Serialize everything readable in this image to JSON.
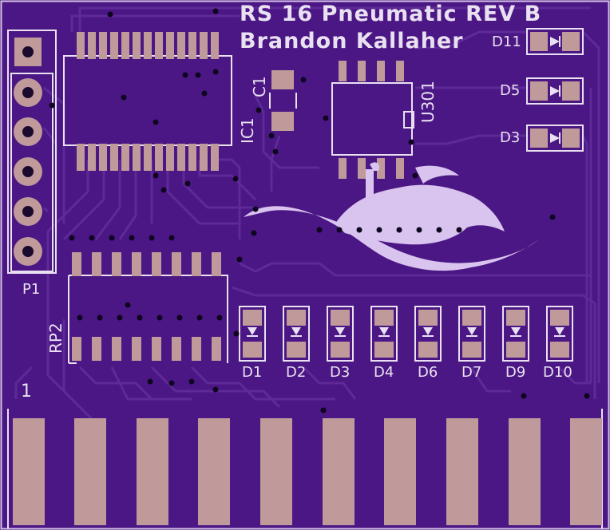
{
  "board": {
    "title": "RS 16 Pneumatic REV B",
    "author": "Brandon Kallaher",
    "colors": {
      "substrate": "#4b1784",
      "trace": "#5e2a98",
      "pad": "#c09a9a",
      "silkscreen": "#e9e1f1",
      "outline": "#d4c4e6"
    }
  },
  "labels": {
    "p1": "P1",
    "ic1": "IC1",
    "c1": "C1",
    "u301": "U301",
    "rp2": "RP2",
    "pin1": "1",
    "d11": "D11",
    "d5": "D5",
    "d3": "D3",
    "row_leds": [
      "D1",
      "D2",
      "D3",
      "D4",
      "D6",
      "D7",
      "D9",
      "D10"
    ]
  },
  "logo": {
    "icon": "ship-on-wave-logo"
  }
}
